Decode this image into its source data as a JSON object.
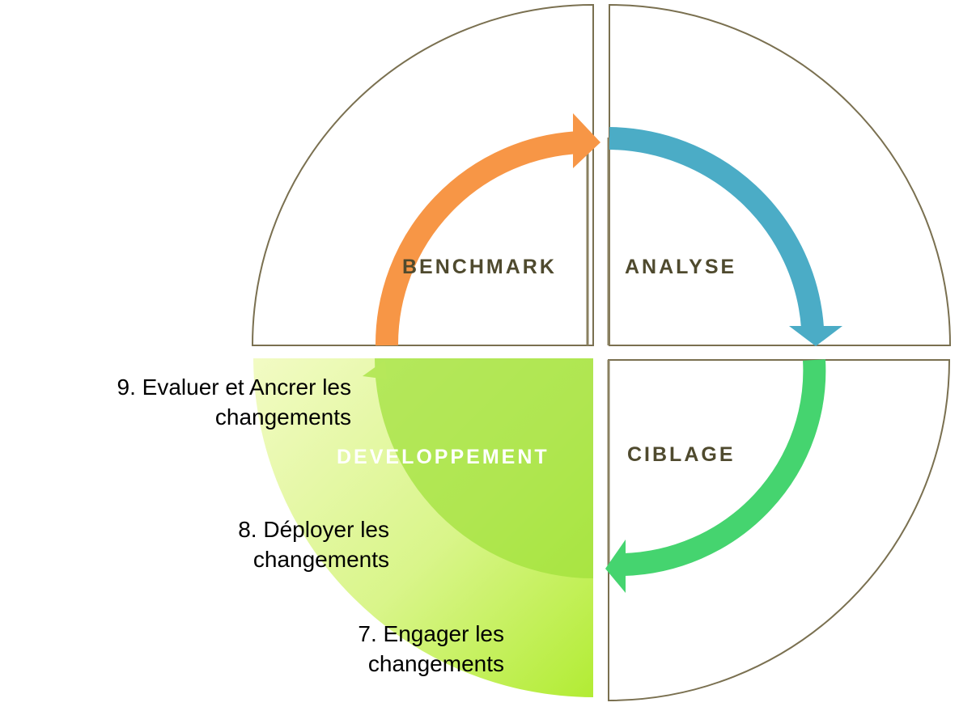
{
  "quadrants": {
    "benchmark": {
      "label": "BENCHMARK"
    },
    "analyse": {
      "label": "ANALYSE"
    },
    "ciblage": {
      "label": "CIBLAGE"
    },
    "developpement": {
      "label": "DEVELOPPEMENT"
    }
  },
  "steps": [
    {
      "line1": "9. Evaluer et Ancrer les",
      "line2": "changements"
    },
    {
      "line1": "8. Déployer les",
      "line2": "changements"
    },
    {
      "line1": "7. Engager les",
      "line2": "changements"
    }
  ],
  "colors": {
    "outline": "#7a7050",
    "quadrant_label": "#4f4a2e",
    "active_label": "#ffffff",
    "benchmark_arrow": "#f79646",
    "analyse_arrow": "#4bacc6",
    "ciblage_arrow": "#45d46f",
    "developpement_light": "#eefaa8",
    "developpement_dark": "#b6ee3a"
  }
}
